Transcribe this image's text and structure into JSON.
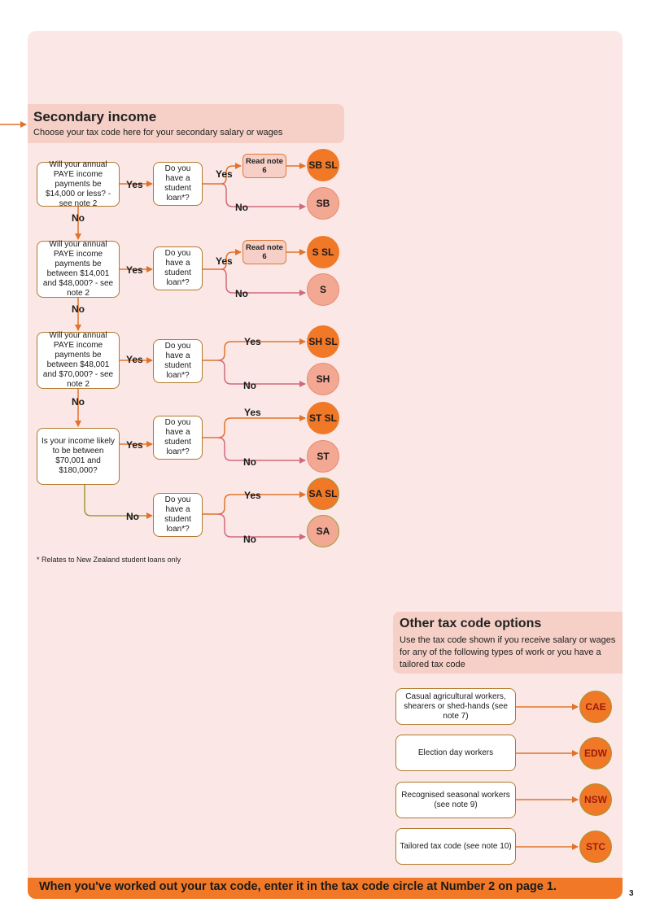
{
  "secondary": {
    "title": "Secondary income",
    "subtitle": "Choose your tax code here for your secondary salary or wages"
  },
  "questions": [
    "Will your annual PAYE income payments be $14,000 or less? - see note 2",
    "Will your annual PAYE income payments be between $14,001 and $48,000? - see note 2",
    "Will your annual PAYE income payments be between $48,001 and $70,000? - see note 2",
    "Is your income likely to be between $70,001 and $180,000?"
  ],
  "student_loan_q": "Do you have a student loan*?",
  "read_note": "Read note 6",
  "labels": {
    "yes": "Yes",
    "no": "No"
  },
  "codes": {
    "sb_sl": "SB SL",
    "sb": "SB",
    "s_sl": "S SL",
    "s": "S",
    "sh_sl": "SH SL",
    "sh": "SH",
    "st_sl": "ST SL",
    "st": "ST",
    "sa_sl": "SA SL",
    "sa": "SA"
  },
  "footnote": "* Relates to New Zealand student loans only",
  "other": {
    "title": "Other tax code options",
    "desc_lines": [
      "Use the tax code shown if you receive salary or wages",
      "for any of the following types of work or you have a",
      "tailored tax code"
    ],
    "items": [
      {
        "label": "Casual agricultural workers, shearers or shed-hands (see note 7)",
        "code": "CAE"
      },
      {
        "label": "Election day workers",
        "code": "EDW"
      },
      {
        "label": "Recognised seasonal workers (see note 9)",
        "code": "NSW"
      },
      {
        "label": "Tailored tax code (see note 10)",
        "code": "STC"
      }
    ]
  },
  "banner": "When you've worked out your tax code, enter it in the tax code circle at Number 2 on page 1.",
  "page_number": "3",
  "colors": {
    "orange": "#f07826",
    "pink": "#fbe8e6",
    "header": "#f6cfc6",
    "light_circle": "#f3a893",
    "olive": "#9e9a3a",
    "code_red": "#9a1b10"
  }
}
